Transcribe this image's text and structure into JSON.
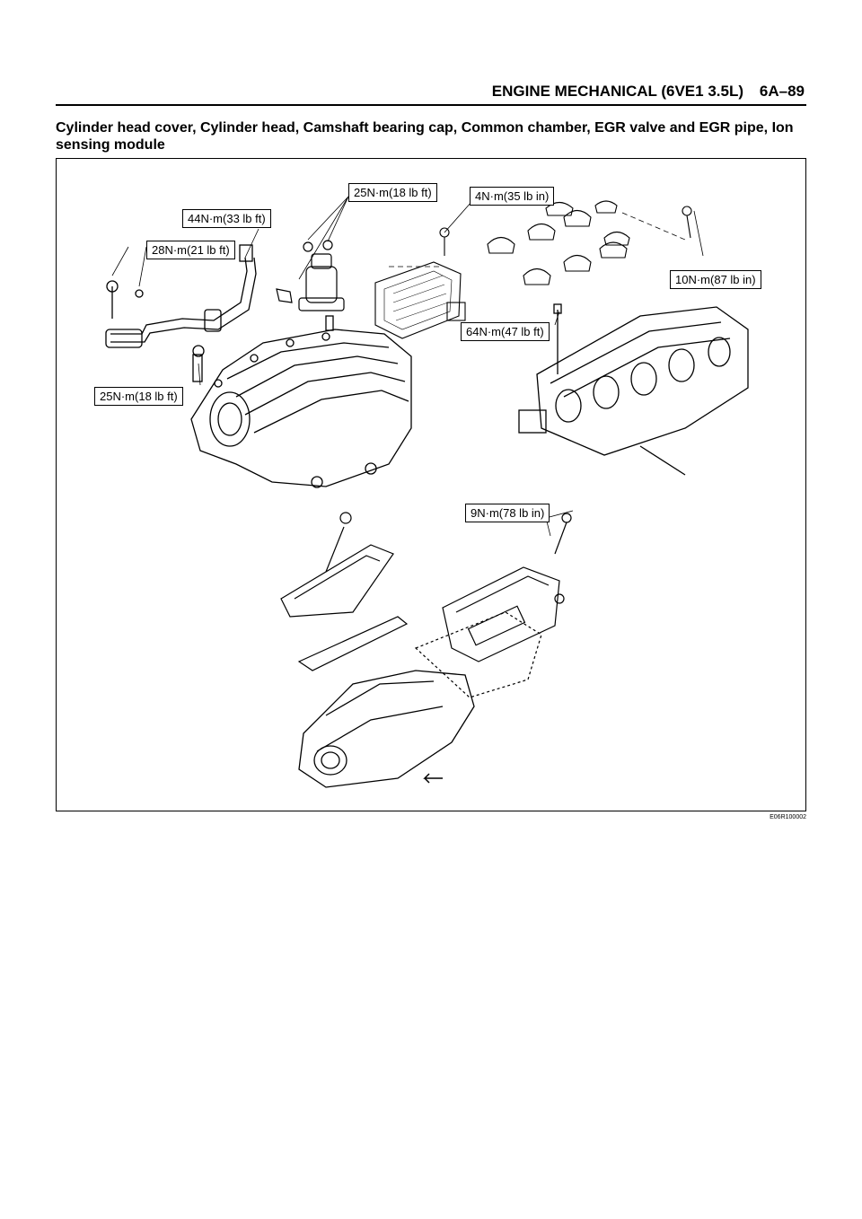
{
  "header": {
    "title": "ENGINE MECHANICAL (6VE1 3.5L)",
    "page": "6A–89"
  },
  "section_title": "Cylinder head cover, Cylinder head, Camshaft bearing cap, Common chamber, EGR valve and EGR pipe, Ion sensing module",
  "figure": {
    "code": "E06R100002",
    "callouts": {
      "c44": "44N·m(33 lb ft)",
      "c28": "28N·m(21 lb ft)",
      "c25a": "25N·m(18 lb ft)",
      "c4": "4N·m(35 lb in)",
      "c10": "10N·m(87 lb in)",
      "c64": "64N·m(47 lb ft)",
      "c25b": "25N·m(18 lb ft)",
      "c9": "9N·m(78 lb in)"
    }
  }
}
